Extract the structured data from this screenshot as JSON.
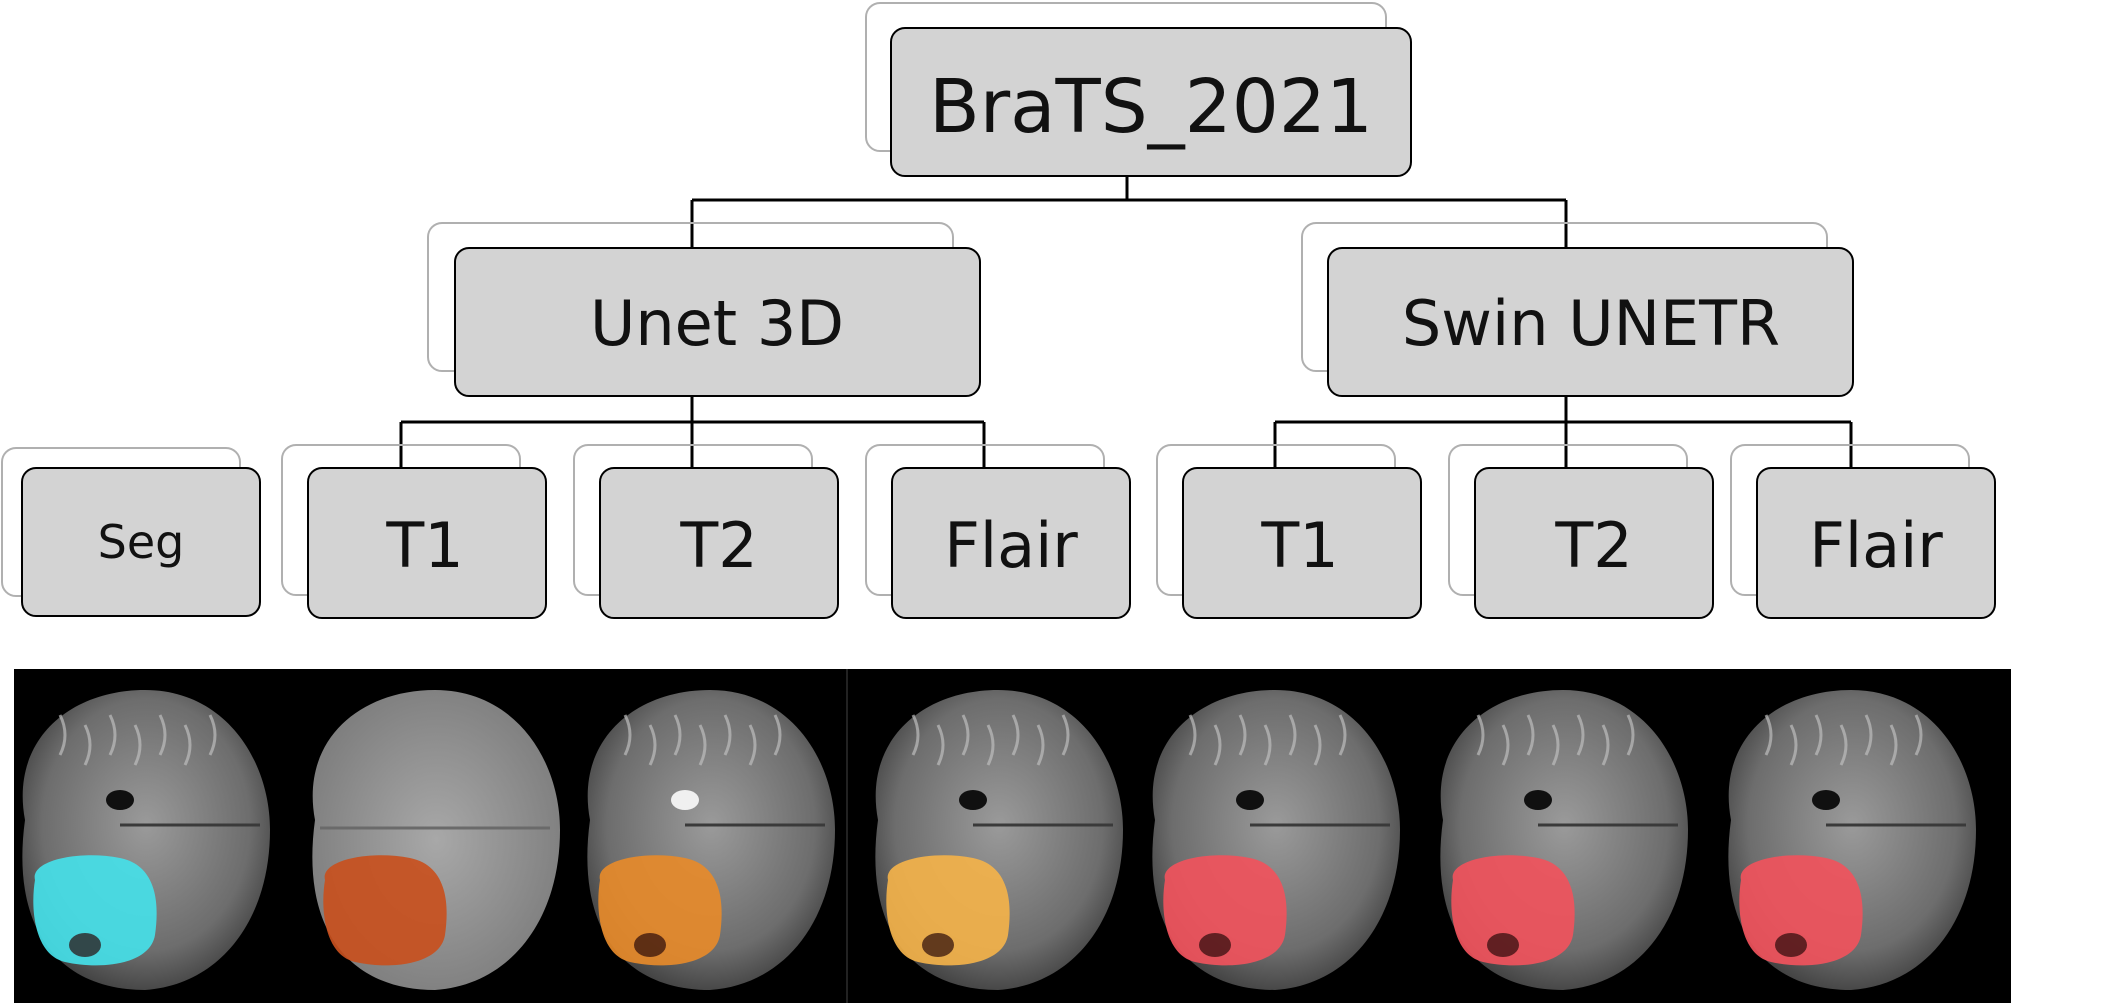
{
  "diagram": {
    "root": {
      "label": "BraTS_2021",
      "children": [
        {
          "label": "Unet 3D",
          "children": [
            {
              "label": "Seg"
            },
            {
              "label": "T1"
            },
            {
              "label": "T2"
            },
            {
              "label": "Flair"
            }
          ]
        },
        {
          "label": "Swin UNETR",
          "children": [
            {
              "label": "T1"
            },
            {
              "label": "T2"
            },
            {
              "label": "Flair"
            }
          ]
        }
      ]
    },
    "colors": {
      "box_fill": "#d3d3d3",
      "box_stroke": "#000000",
      "shadow_stroke": "#b0b0b0",
      "connector": "#000000",
      "image_background": "#000000"
    }
  },
  "image_panels": [
    {
      "overlay_color": "#45e0e8"
    },
    {
      "overlay_color": "#c8501e"
    },
    {
      "overlay_color": "#e68a2a"
    },
    {
      "overlay_color": "#f3b24a"
    },
    {
      "overlay_color": "#f0525c"
    },
    {
      "overlay_color": "#f0525c"
    },
    {
      "overlay_color": "#f0525c"
    }
  ]
}
